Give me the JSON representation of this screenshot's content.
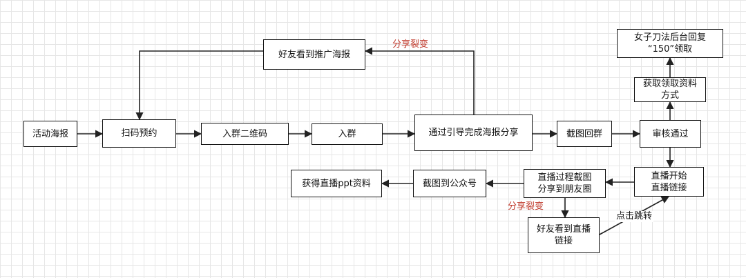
{
  "nodes": {
    "activity_poster": "活动海报",
    "scan_book": "扫码预约",
    "group_qr": "入群二维码",
    "join_group": "入群",
    "share_poster": "通过引导完成海报分享",
    "screenshot_group": "截图回群",
    "review_pass": "审核通过",
    "get_method": "获取领取资料\n方式",
    "reply_150": "女子刀法后台回复\n“150”领取",
    "friend_sees_poster": "好友看到推广海报",
    "live_start": "直播开始\n直播链接",
    "live_screenshot": "直播过程截图\n分享到朋友圈",
    "screenshot_public": "截图到公众号",
    "get_ppt": "获得直播ppt资料",
    "friend_sees_live": "好友看到直播\n链接"
  },
  "labels": {
    "share_fission_top": "分享裂变",
    "share_fission_bottom": "分享裂变",
    "click_jump": "点击跳转"
  },
  "colors": {
    "line": "#222222",
    "accent_red": "#c0392b"
  }
}
